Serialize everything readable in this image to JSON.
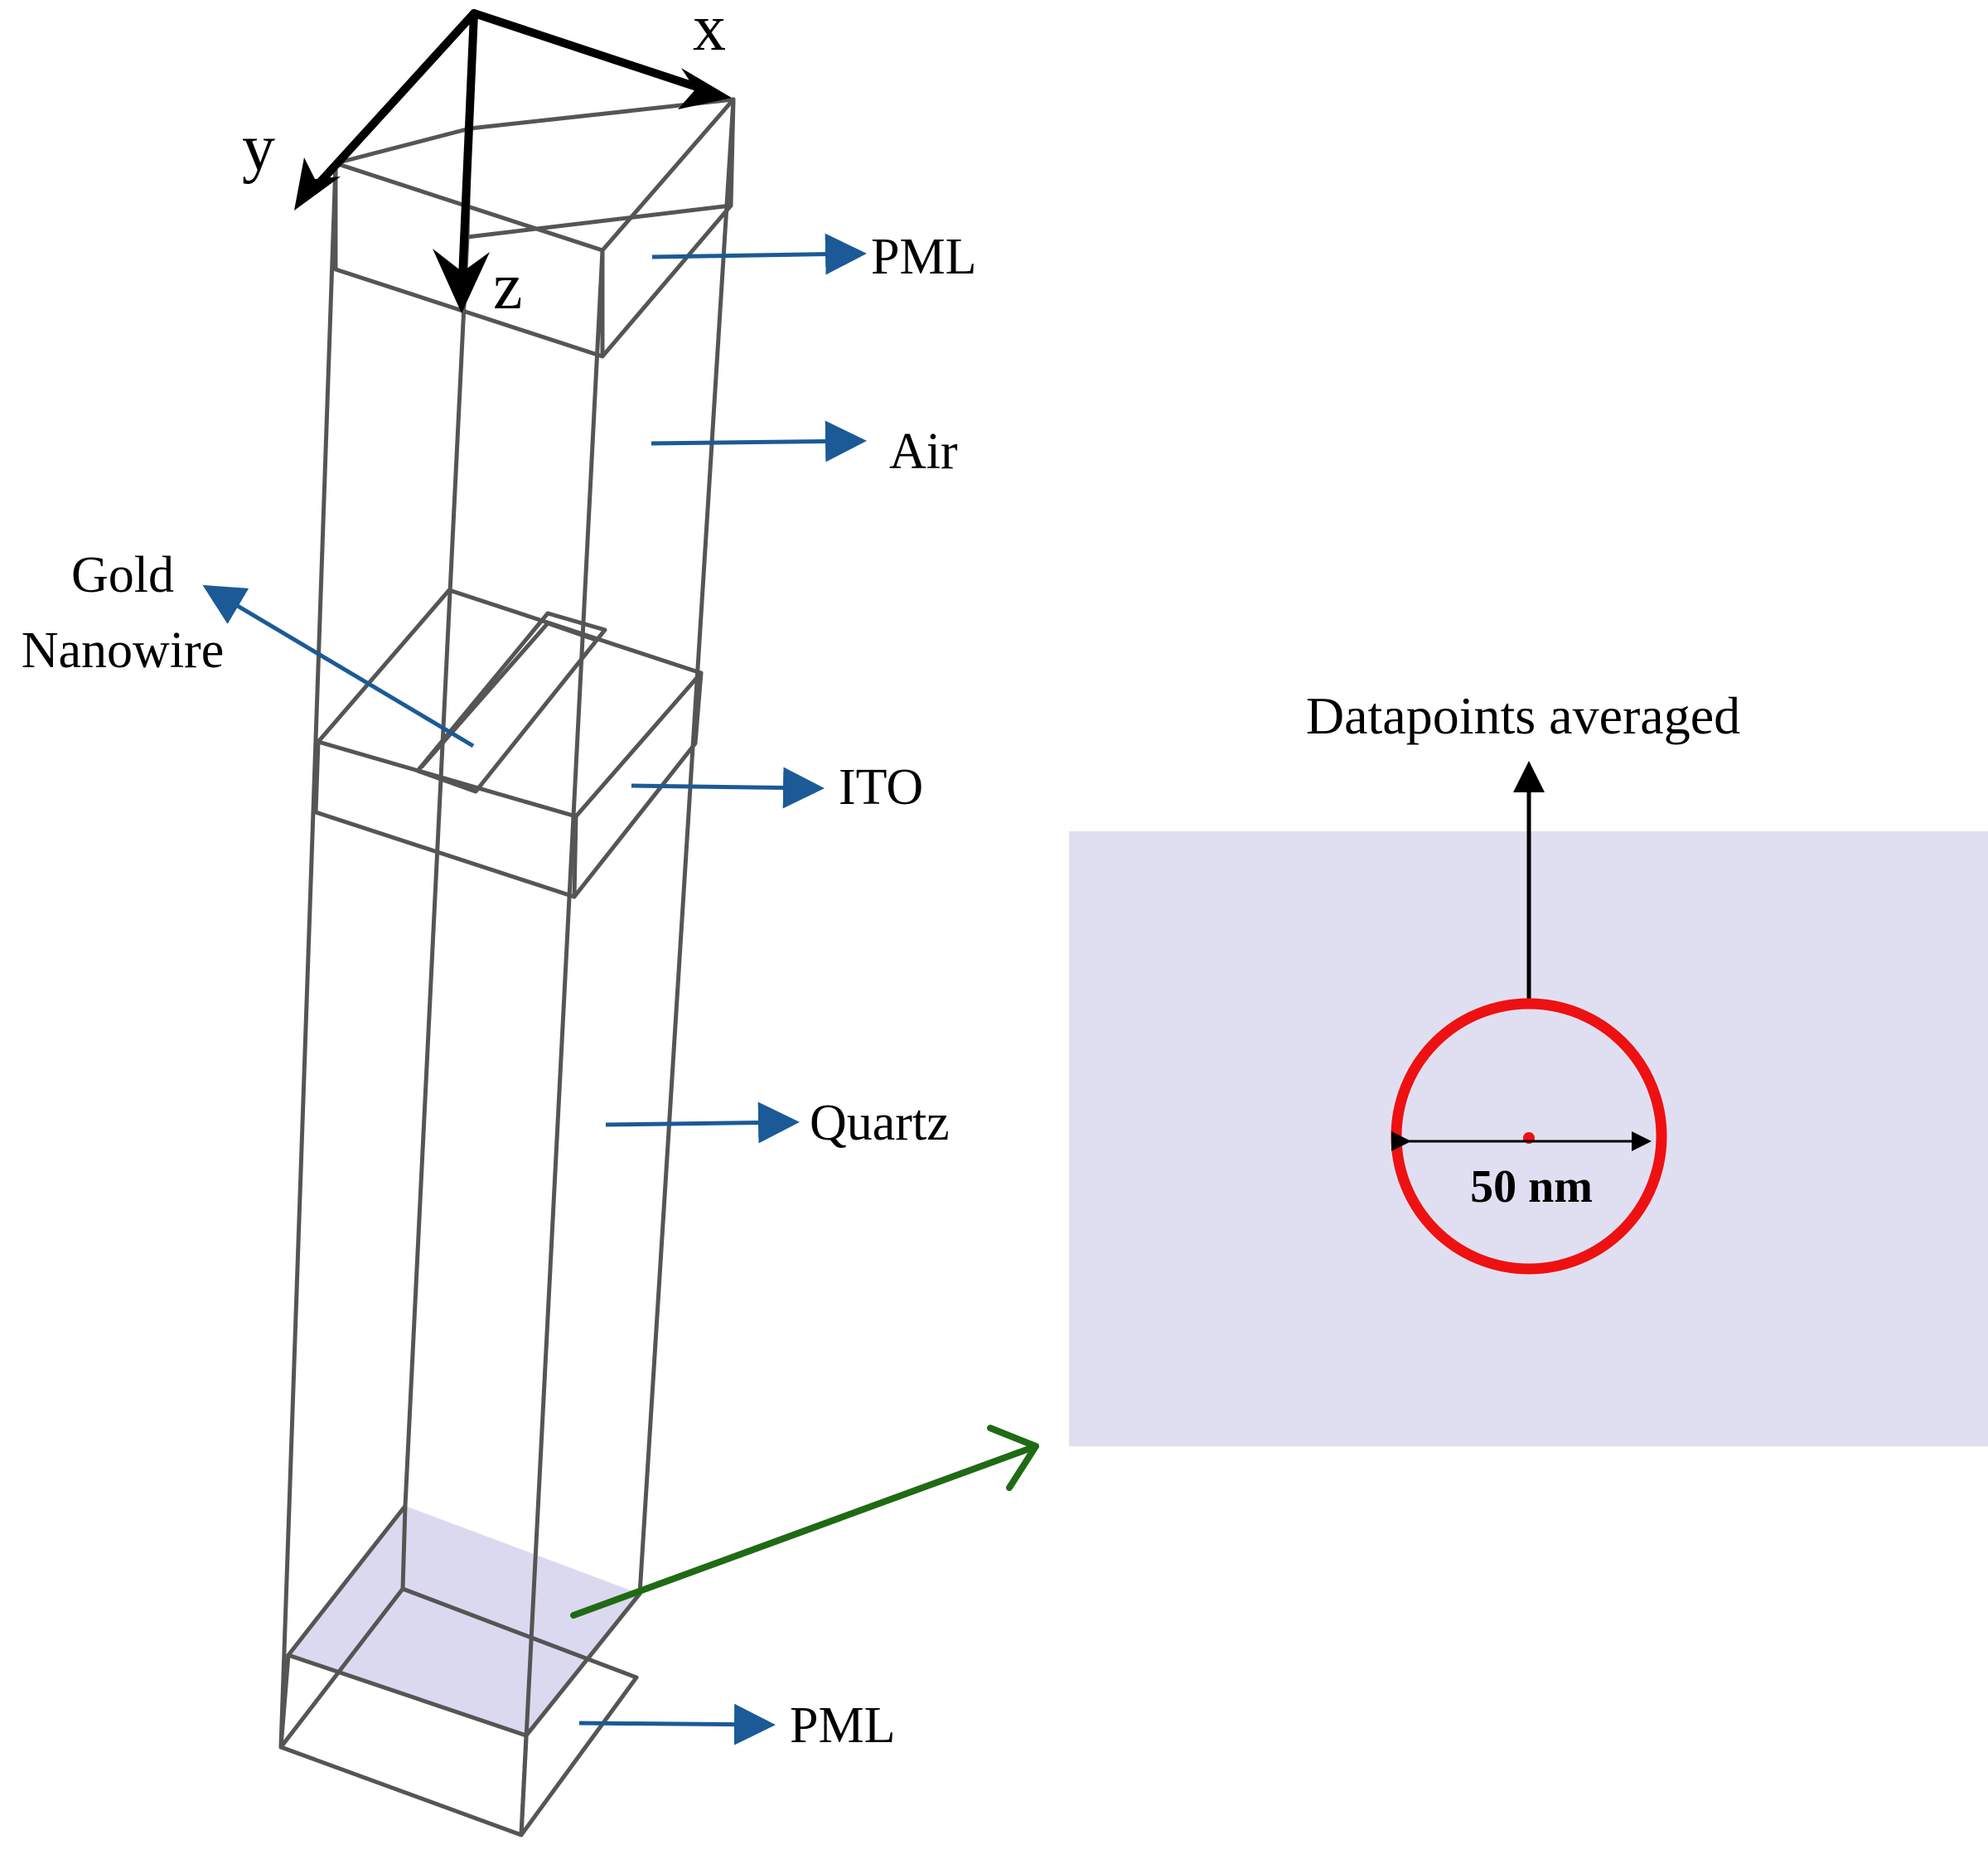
{
  "axes": {
    "x": "x",
    "y": "y",
    "z": "z"
  },
  "labels": {
    "pml_top": "PML",
    "air": "Air",
    "gold_line1": "Gold",
    "gold_line2": "Nanowire",
    "ito": "ITO",
    "quartz": "Quartz",
    "pml_bottom": "PML",
    "datapoints": "Datapoints averaged",
    "diameter": "50 nm"
  },
  "colors": {
    "frame": "#555555",
    "label_arrow": "#1b5a96",
    "zoom_arrow": "#1f6b14",
    "monitor_plane": "#e0dff1",
    "monitor_plane_fill": "#d7d5ee",
    "circle": "#ee1111",
    "axis": "#000000"
  }
}
